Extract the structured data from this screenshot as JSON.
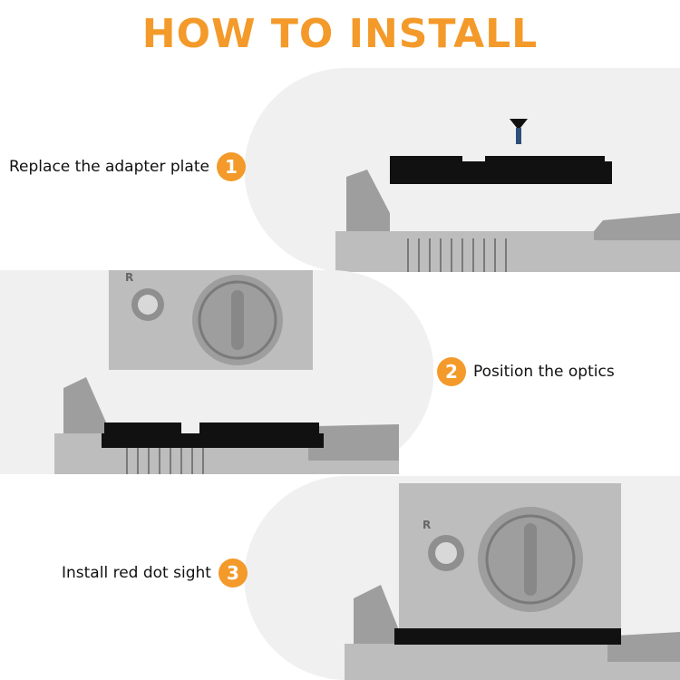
{
  "header": {
    "title": "HOW TO INSTALL"
  },
  "colors": {
    "accent": "#f39a2a",
    "panel_bg": "#f0f0f0",
    "metal_light": "#bdbdbd",
    "metal_mid": "#9e9e9e",
    "metal_dark": "#7a7a7a",
    "plate": "#111111"
  },
  "steps": [
    {
      "number": "1",
      "label": "Replace the adapter plate",
      "image_icon": "adapter-plate-icon"
    },
    {
      "number": "2",
      "label": "Position the optics",
      "image_icon": "optic-positioning-icon"
    },
    {
      "number": "3",
      "label": "Install red dot sight",
      "image_icon": "red-dot-sight-icon"
    }
  ],
  "optic": {
    "adjust_letter": "R"
  }
}
